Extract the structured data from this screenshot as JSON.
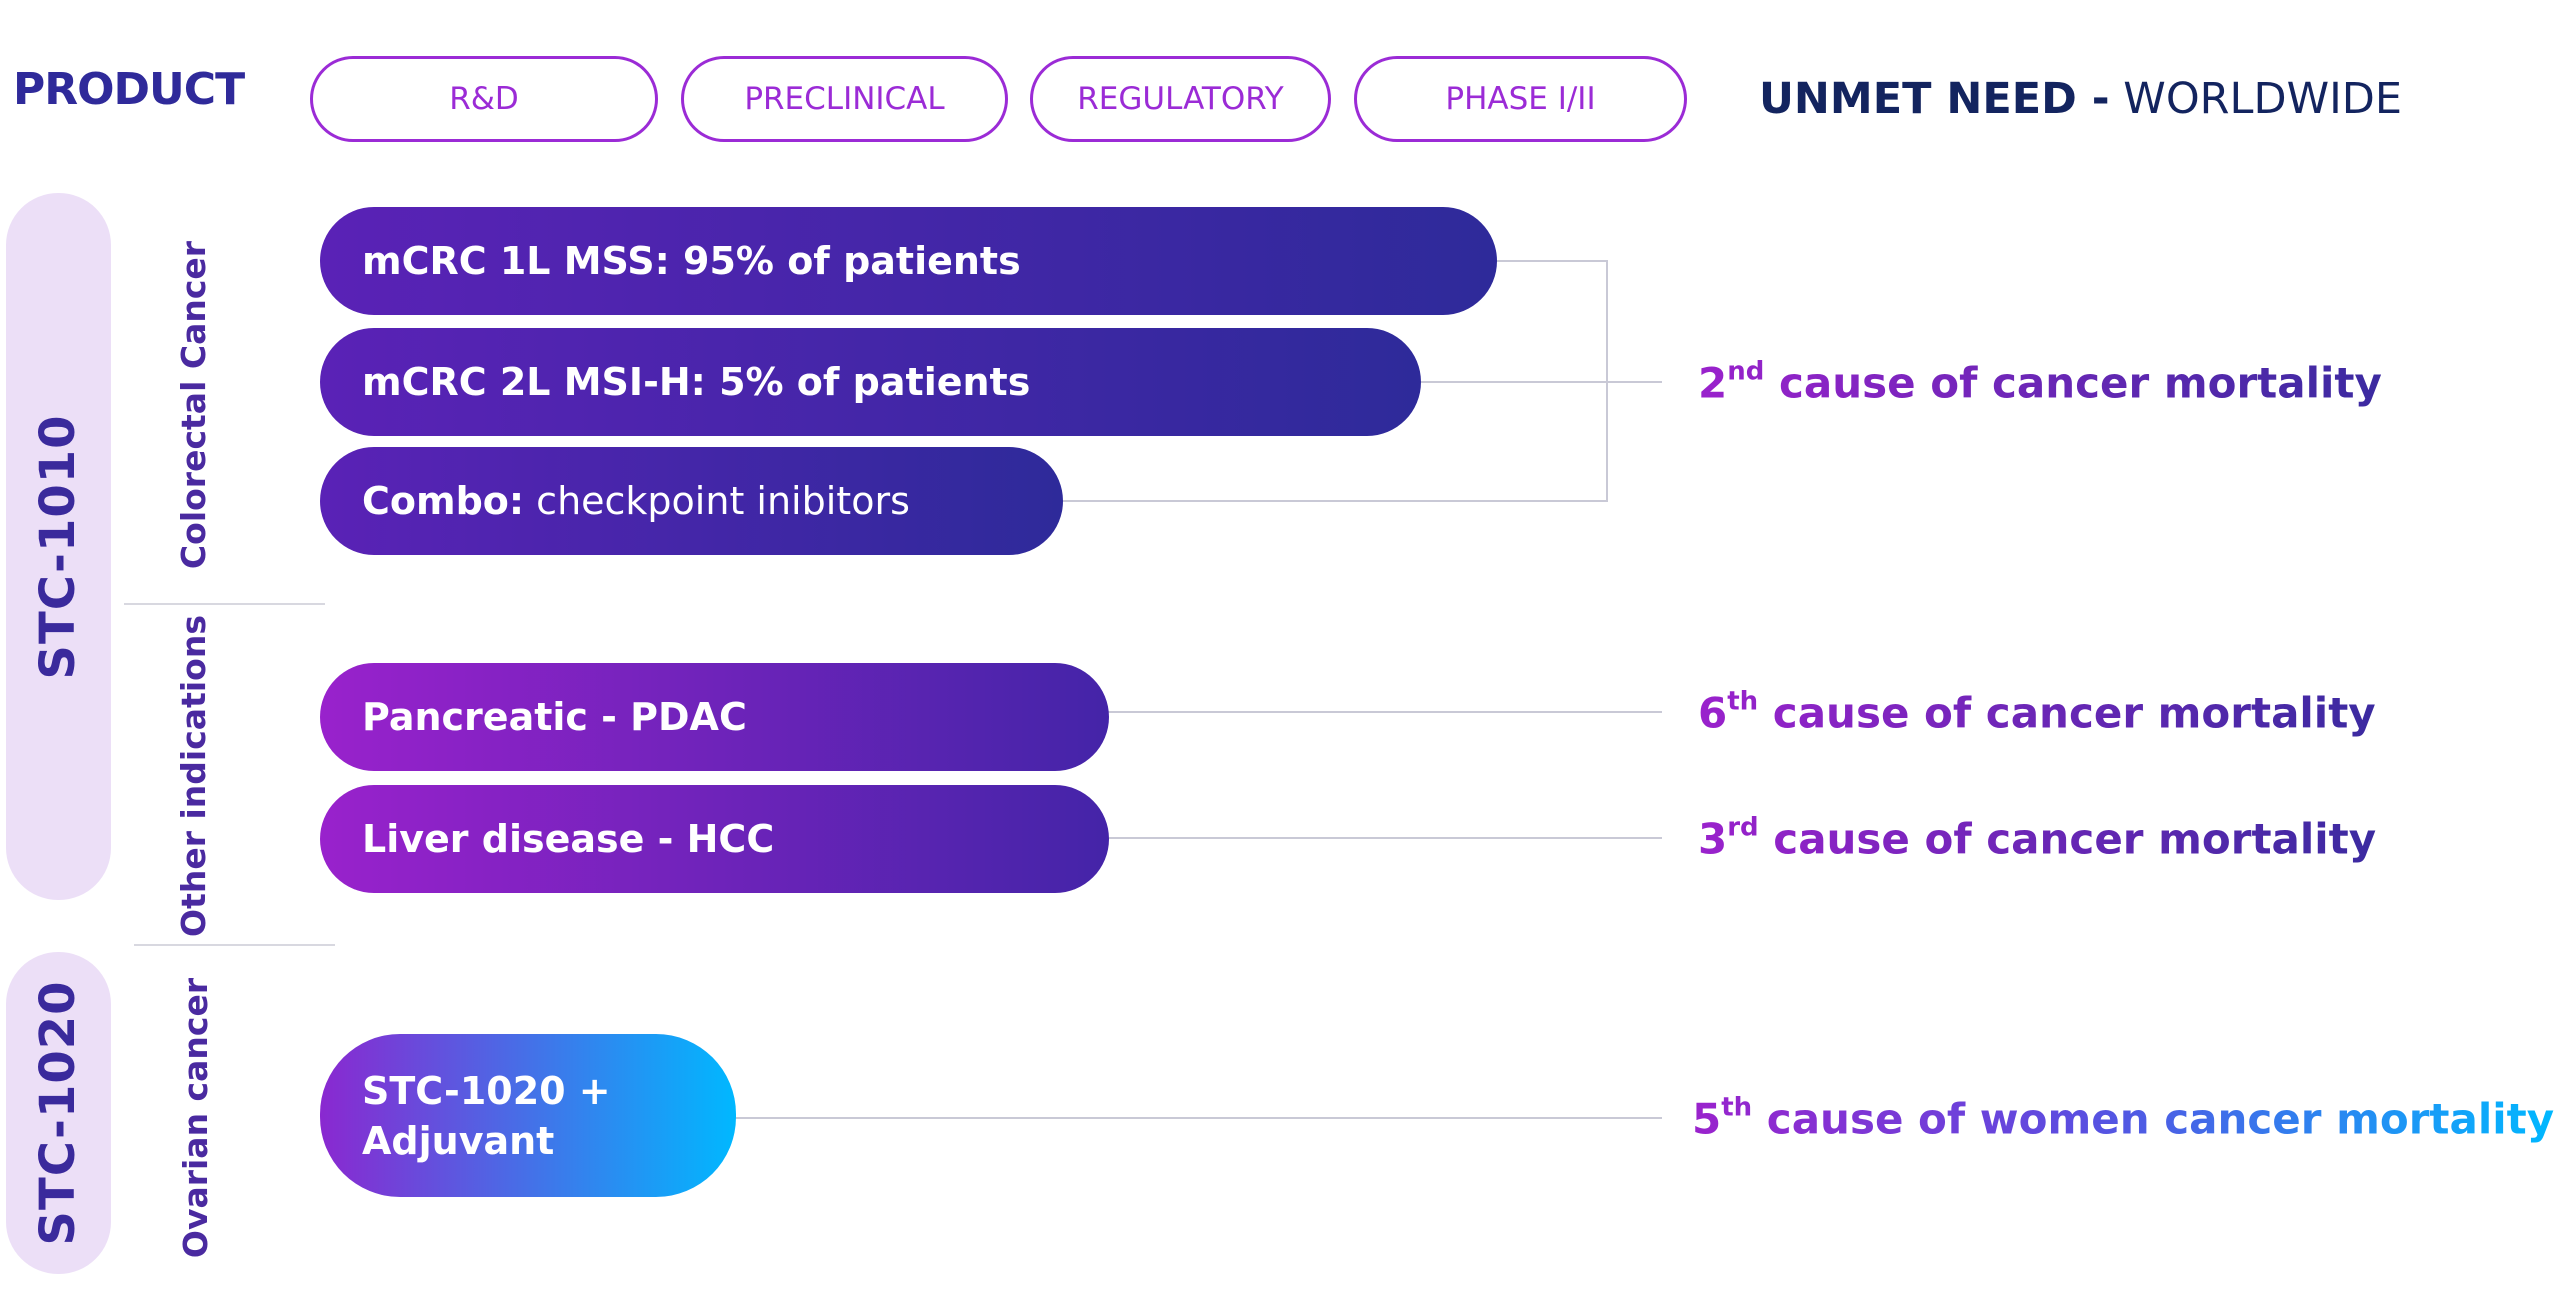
{
  "header": {
    "product_label": "PRODUCT",
    "stages": [
      "R&D",
      "PRECLINICAL",
      "REGULATORY",
      "PHASE I/II"
    ],
    "unmet_bold": "UNMET NEED -",
    "unmet_light": "WORLDWIDE"
  },
  "products": [
    {
      "name": "STC-1010"
    },
    {
      "name": "STC-1020"
    }
  ],
  "groups": [
    "Colorectal Cancer",
    "Other indications",
    "Ovarian cancer"
  ],
  "bars": [
    {
      "bold": "mCRC 1L MSS: 95% of patients",
      "light": ""
    },
    {
      "bold": "mCRC 2L MSI-H: 5% of patients",
      "light": ""
    },
    {
      "bold": "Combo:",
      "light": " checkpoint inibitors"
    },
    {
      "bold": "Pancreatic - PDAC",
      "light": ""
    },
    {
      "bold": "Liver disease - HCC",
      "light": ""
    },
    {
      "bold": "STC-1020 +",
      "bold2": "Adjuvant"
    }
  ],
  "needs": [
    {
      "rank": "2",
      "suffix": "nd",
      "text": " cause of cancer mortality"
    },
    {
      "rank": "6",
      "suffix": "th",
      "text": " cause of cancer mortality"
    },
    {
      "rank": "3",
      "suffix": "rd",
      "text": " cause of cancer mortality"
    },
    {
      "rank": "5",
      "suffix": "th",
      "text": " cause of women cancer mortality"
    }
  ],
  "colors": {
    "accent": "#9b2bd6",
    "navy": "#13245f",
    "indigo": "#2e2a9a",
    "cyan": "#00b8ff",
    "sidebar": "#ecdff7"
  }
}
